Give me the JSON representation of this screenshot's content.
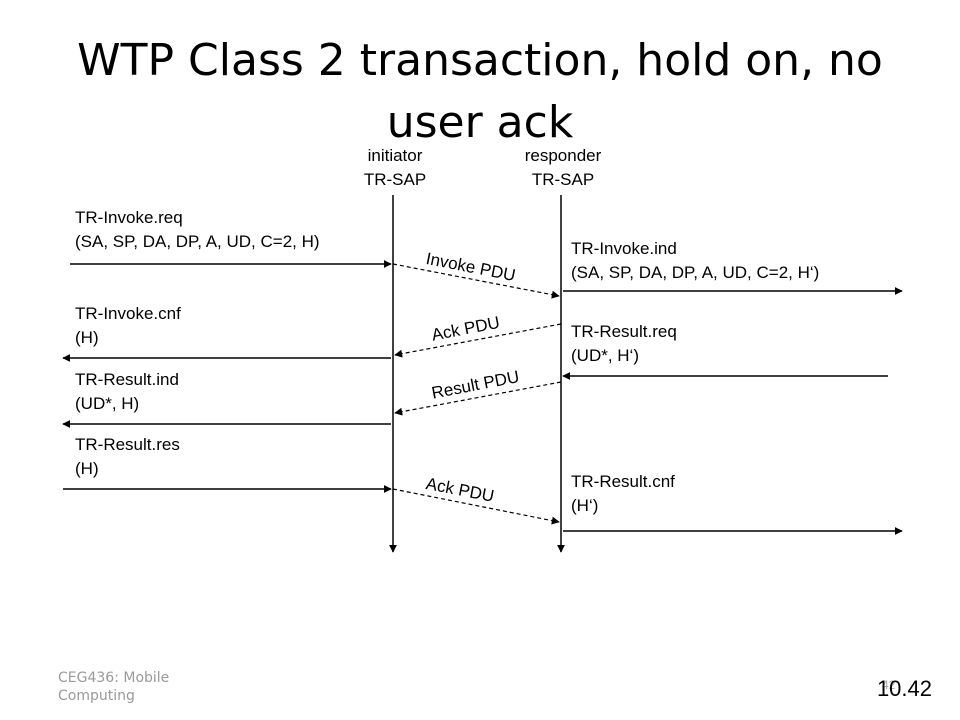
{
  "slide": {
    "title": "WTP Class 2 transaction, hold on, no user ack",
    "initiator": {
      "line1": "initiator",
      "line2": "TR-SAP"
    },
    "responder": {
      "line1": "responder",
      "line2": "TR-SAP"
    },
    "left_labels": {
      "invoke_req": {
        "line1": "TR-Invoke.req",
        "line2": "(SA, SP, DA, DP, A, UD, C=2, H)"
      },
      "invoke_cnf": {
        "line1": "TR-Invoke.cnf",
        "line2": "(H)"
      },
      "result_ind": {
        "line1": "TR-Result.ind",
        "line2": "(UD*, H)"
      },
      "result_res": {
        "line1": "TR-Result.res",
        "line2": "(H)"
      }
    },
    "right_labels": {
      "invoke_ind": {
        "line1": "TR-Invoke.ind",
        "line2": "(SA, SP, DA, DP, A, UD, C=2, H‘)"
      },
      "result_req": {
        "line1": "TR-Result.req",
        "line2": "(UD*, H‘)"
      },
      "result_cnf": {
        "line1": "TR-Result.cnf",
        "line2": "(H‘)"
      }
    },
    "pdus": {
      "invoke": "Invoke PDU",
      "ack1": "Ack PDU",
      "result": "Result PDU",
      "ack2": "Ack PDU"
    },
    "footer": {
      "course_line1": "CEG436: Mobile",
      "course_line2": "Computing",
      "page_number": "42",
      "time": "10.42"
    }
  },
  "colors": {
    "line": "#000000",
    "footer_text": "#9a9a9a"
  }
}
